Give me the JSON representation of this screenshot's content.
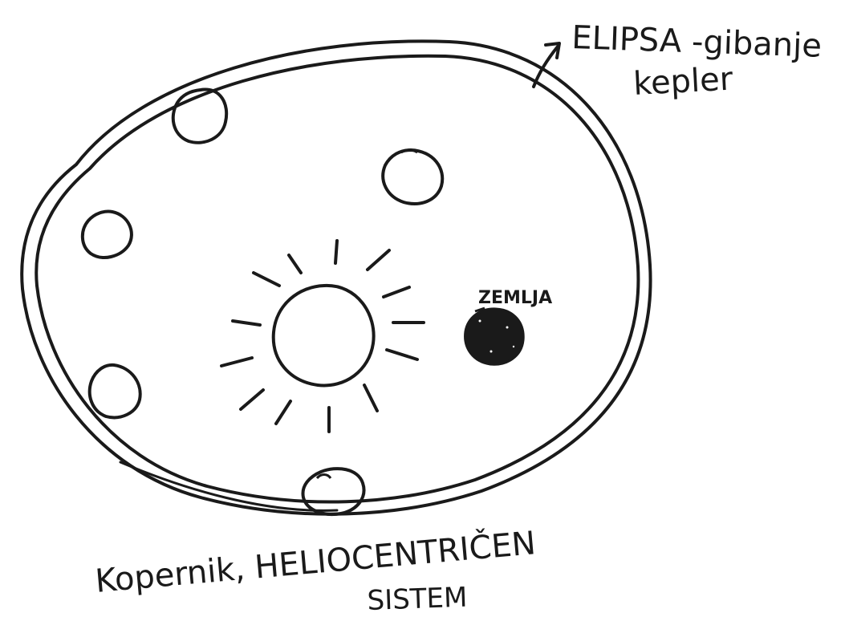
{
  "labels": {
    "orbit_line1": "ELIPSA -gibanje",
    "orbit_line2": "kepler",
    "earth": "ZEMLJA",
    "caption_line1": "Kopernik, HELIOCENTRIČEN",
    "caption_line2": "SISTEM"
  },
  "colors": {
    "ink": "#1a1a1a",
    "paper": "#ffffff"
  }
}
